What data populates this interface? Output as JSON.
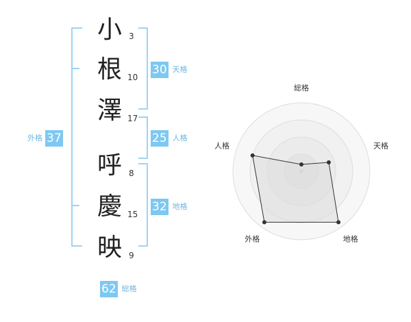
{
  "name_chars": [
    {
      "char": "小",
      "strokes": "3"
    },
    {
      "char": "根",
      "strokes": "10"
    },
    {
      "char": "澤",
      "strokes": "17"
    },
    {
      "char": "呼",
      "strokes": "8"
    },
    {
      "char": "慶",
      "strokes": "15"
    },
    {
      "char": "映",
      "strokes": "9"
    }
  ],
  "scores": {
    "tenkaku": {
      "value": "30",
      "label": "天格"
    },
    "jinkaku": {
      "value": "25",
      "label": "人格"
    },
    "chikaku": {
      "value": "32",
      "label": "地格"
    },
    "gaikaku": {
      "value": "37",
      "label": "外格"
    },
    "soukaku": {
      "value": "62",
      "label": "総格"
    }
  },
  "colors": {
    "accent": "#7ec8f2",
    "bracket": "#9fd3f3",
    "label": "#6fb5e0"
  },
  "chart_data": {
    "type": "radar",
    "axes": [
      "総格",
      "天格",
      "地格",
      "外格",
      "人格"
    ],
    "values": [
      0.1,
      0.42,
      0.92,
      0.92,
      0.75
    ],
    "rings": 4,
    "range": [
      0,
      1
    ]
  }
}
